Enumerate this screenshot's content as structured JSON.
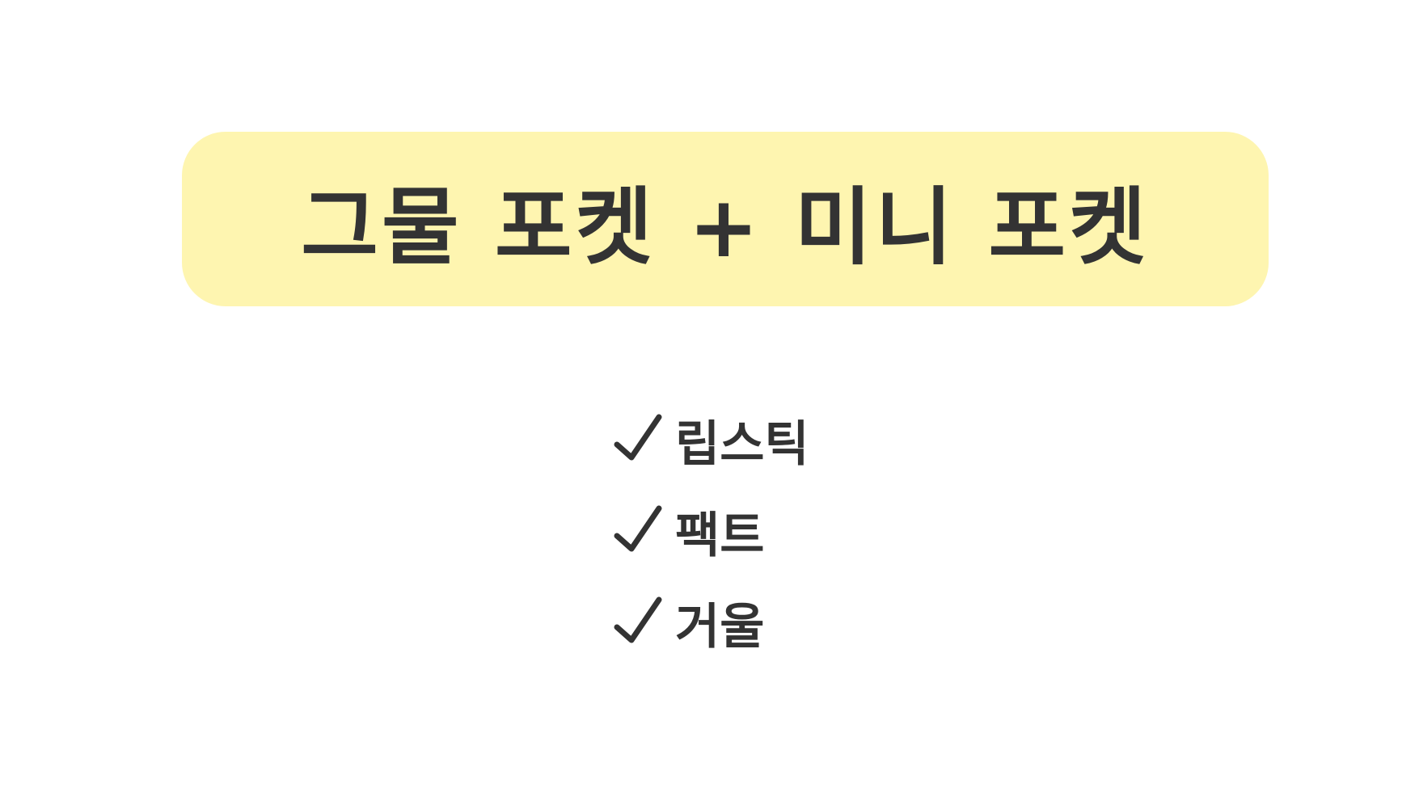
{
  "banner": {
    "title": "그물 포켓 + 미니 포켓",
    "background": "#fef5b0"
  },
  "items": [
    {
      "icon": "check-icon",
      "label": "립스틱"
    },
    {
      "icon": "check-icon",
      "label": "팩트"
    },
    {
      "icon": "check-icon",
      "label": "거울"
    }
  ],
  "colors": {
    "text": "#333333"
  }
}
